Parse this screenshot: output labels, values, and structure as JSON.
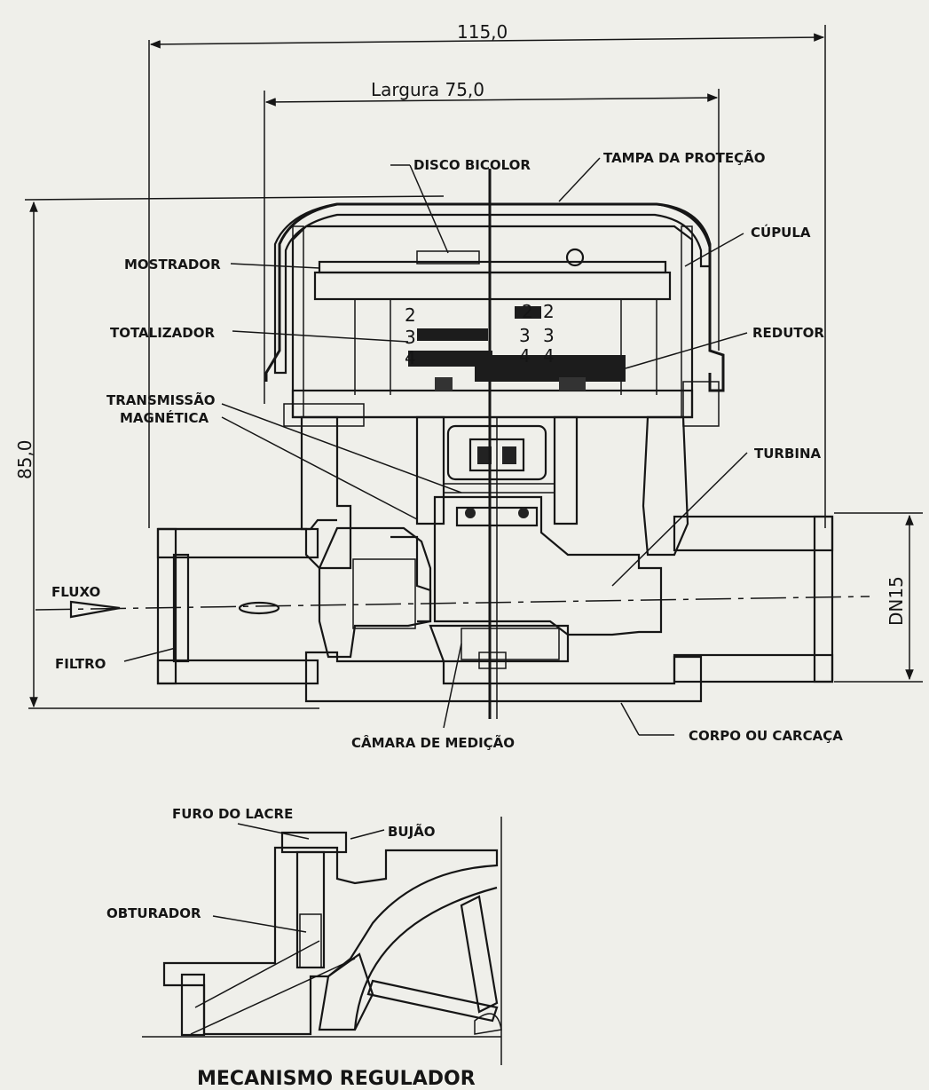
{
  "dimensions": {
    "overall_length": "115,0",
    "width": "Largura 75,0",
    "height": "85,0",
    "nominal_diameter": "DN15"
  },
  "labels": {
    "disco_bicolor": "DISCO BICOLOR",
    "tampa_protecao": "TAMPA DA PROTEÇÃO",
    "cupula": "CÚPULA",
    "mostrador": "MOSTRADOR",
    "totalizador": "TOTALIZADOR",
    "redutor": "REDUTOR",
    "transmissao_1": "TRANSMISSÃO",
    "transmissao_2": "MAGNÉTICA",
    "turbina": "TURBINA",
    "fluxo": "FLUXO",
    "filtro": "FILTRO",
    "camara": "CÂMARA DE MEDIÇÃO",
    "corpo": "CORPO OU CARCAÇA",
    "furo_lacre": "FURO DO LACRE",
    "bujao": "BUJÃO",
    "obturador": "OBTURADOR"
  },
  "totalizer_digits": [
    "2",
    "3",
    "4",
    "2",
    "3",
    "4",
    "2",
    "3",
    "4"
  ],
  "detail_title": "MECANISMO REGULADOR"
}
